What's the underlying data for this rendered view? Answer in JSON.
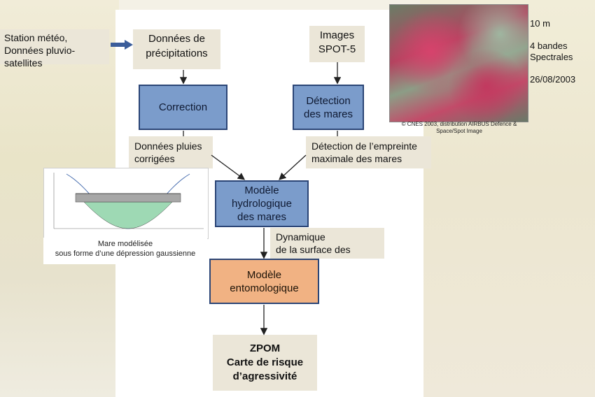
{
  "inputs": {
    "station": "Station météo,\nDonnées pluvio-satellites",
    "precip": "Données de\nprécipitations",
    "images": "Images\nSPOT-5"
  },
  "process": {
    "correction": "Correction",
    "detection": "Détection\ndes mares",
    "hydro": "Modèle\nhydrologique\ndes mares",
    "ento": "Modèle\nentomologique"
  },
  "labels": {
    "pluies": "Données pluies\ncorrigées",
    "empreinte": "Détection de l’empreinte\nmaximale des mares",
    "dynamique": "Dynamique\nde la surface des mares"
  },
  "satellite": {
    "credit": "© CNES 2003, distribution AIRBUS Defence &\nSpace/Spot Image",
    "info": "10 m\n\n4 bandes\nSpectrales\n\n26/08/2003"
  },
  "graph": {
    "caption": "Mare modélisée\nsous forme  d’une dépression gaussienne"
  },
  "output": {
    "zpom": "ZPOM\nCarte de risque\nd’agressivité"
  },
  "colors": {
    "process_fill": "#7b9ccb",
    "process_border": "#2b4576",
    "ento_fill": "#f1b283",
    "label_fill": "#ebe6d8"
  }
}
